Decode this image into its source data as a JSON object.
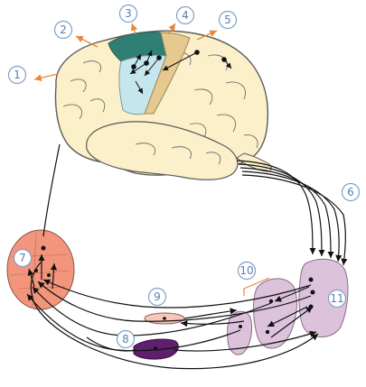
{
  "labels": [
    "1",
    "2",
    "3",
    "4",
    "5",
    "6",
    "7",
    "8",
    "9",
    "10",
    "11"
  ],
  "colors": {
    "brain": "#fbf0c9",
    "brain_outline": "#5b5b5b",
    "region_teal": "#2f7f74",
    "region_lightblue": "#c6e6ee",
    "region_tan": "#e6c98f",
    "nucleus_salmon": "#f2957c",
    "nucleus_lilac": "#dcc2da",
    "nucleus_pink": "#f5c7ba",
    "nucleus_purple": "#5e1f6e",
    "arrow_orange": "#e8873a",
    "badge_stroke": "#7fa0c8",
    "badge_text": "#5a7fb0"
  }
}
